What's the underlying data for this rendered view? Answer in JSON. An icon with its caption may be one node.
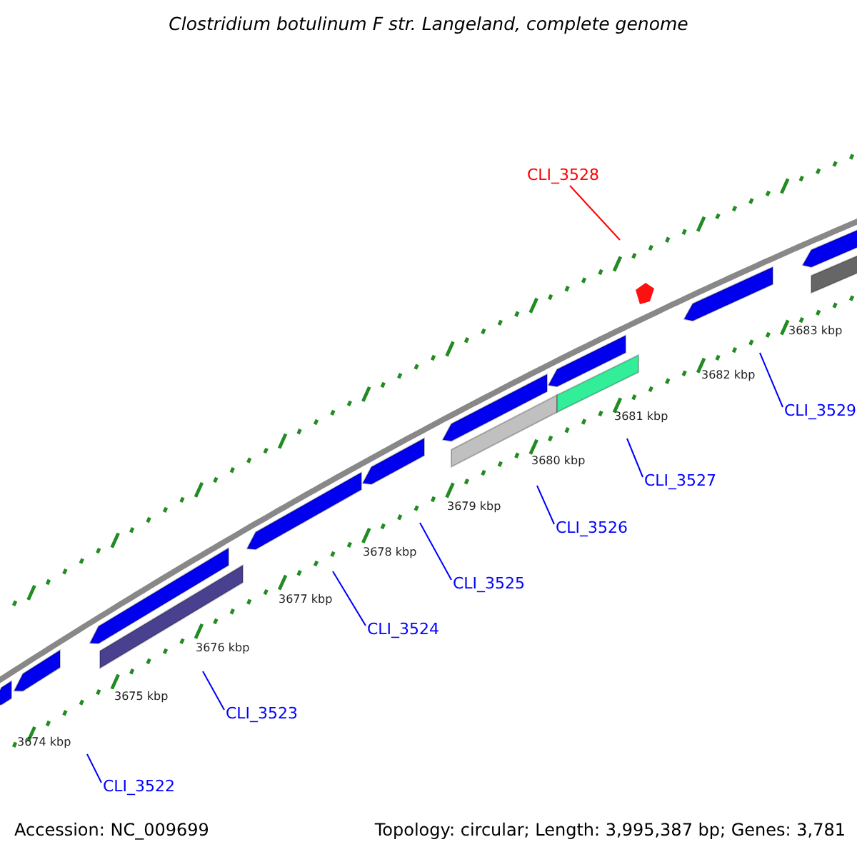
{
  "diagram": {
    "title": "Clostridium botulinum F str. Langeland, complete genome",
    "nodes": [
      {
        "text": [
          "CLI_3528"
        ]
      },
      {
        "text": [
          "CLI_3529"
        ]
      },
      {
        "text": [
          "CLI_3527"
        ]
      },
      {
        "text": [
          "CLI_3526"
        ]
      },
      {
        "text": [
          "CLI_3525"
        ]
      },
      {
        "text": [
          "CLI_3524"
        ]
      },
      {
        "text": [
          "CLI_3523"
        ]
      },
      {
        "text": [
          "CLI_3522"
        ]
      }
    ],
    "edges": [
      {
        "from": 0,
        "to": null,
        "arrow": "none",
        "color": "#ff0000"
      },
      {
        "from": 1,
        "to": null,
        "arrow": "none"
      },
      {
        "from": 2,
        "to": null,
        "arrow": "none"
      },
      {
        "from": 3,
        "to": null,
        "arrow": "none"
      },
      {
        "from": 4,
        "to": null,
        "arrow": "none"
      },
      {
        "from": 5,
        "to": null,
        "arrow": "none"
      },
      {
        "from": 6,
        "to": null,
        "arrow": "none"
      },
      {
        "from": 7,
        "to": null,
        "arrow": "none"
      }
    ],
    "labels": [
      "3683 kbp",
      "3682 kbp",
      "3681 kbp",
      "3680 kbp",
      "3679 kbp",
      "3678 kbp",
      "3677 kbp",
      "3676 kbp",
      "3675 kbp",
      "3674 kbp",
      "Accession: NC_009699",
      "Topology: circular; Length: 3,995,387 bp; Genes: 3,781"
    ]
  }
}
